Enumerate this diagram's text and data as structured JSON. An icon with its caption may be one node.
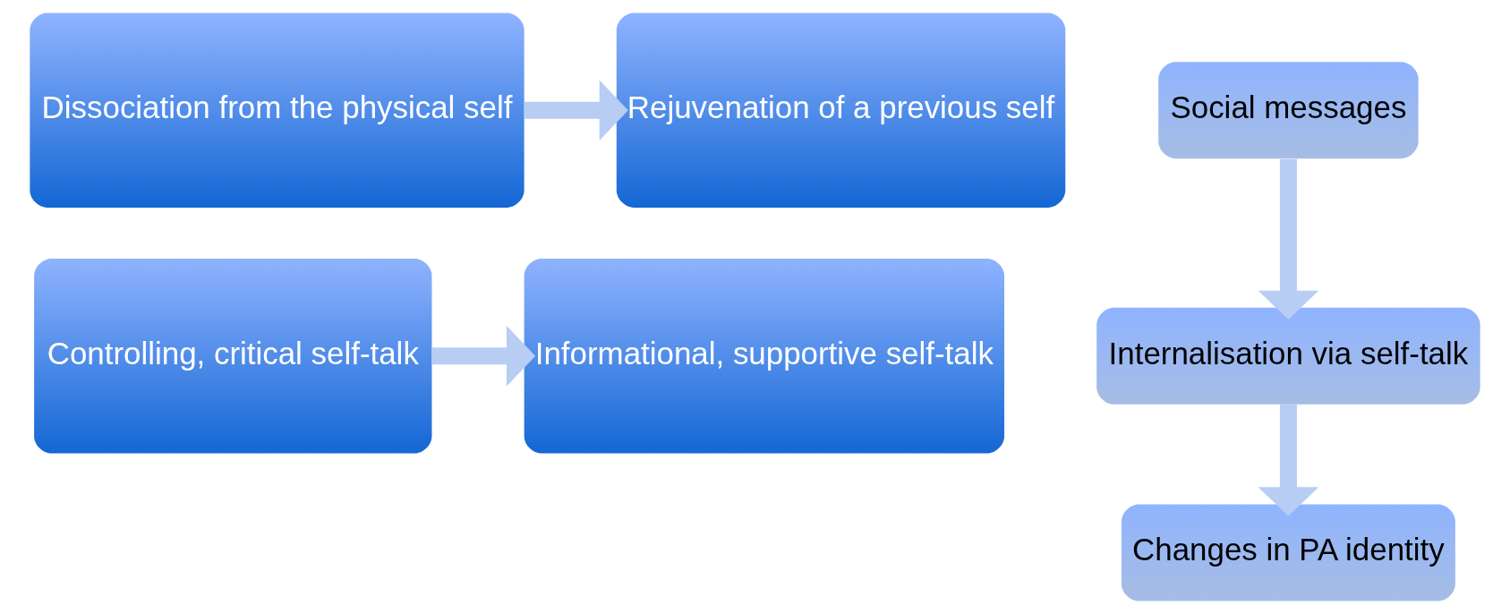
{
  "diagram": {
    "nodes": [
      {
        "text": [
          "Dissociation from the physical self"
        ]
      },
      {
        "text": [
          "Rejuvenation of a previous self"
        ]
      },
      {
        "text": [
          "Controlling, critical self-talk"
        ]
      },
      {
        "text": [
          "Informational, supportive self-talk"
        ]
      },
      {
        "text": [
          "Social messages"
        ]
      },
      {
        "text": [
          "Internalisation via self-talk"
        ]
      },
      {
        "text": [
          "Changes in PA identity"
        ]
      }
    ],
    "edges": [
      {
        "from": 0,
        "to": 1,
        "arrow": "to"
      },
      {
        "from": 2,
        "to": 3,
        "arrow": "to"
      },
      {
        "from": 4,
        "to": 5,
        "arrow": "to"
      },
      {
        "from": 5,
        "to": 6,
        "arrow": "to"
      }
    ]
  }
}
